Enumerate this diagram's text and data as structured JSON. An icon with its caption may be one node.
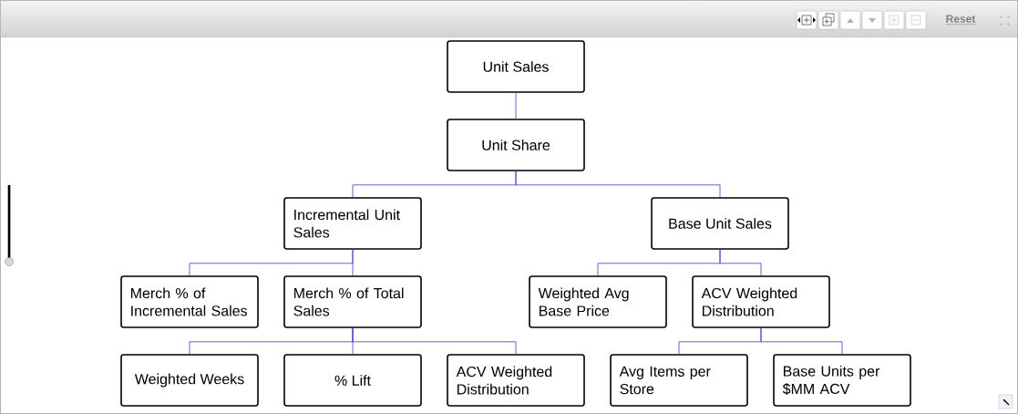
{
  "diagram": {
    "nodes": [
      {
        "text": [
          "Unit Sales"
        ]
      },
      {
        "text": [
          "Unit Share"
        ]
      },
      {
        "text": [
          "Incremental Unit Sales"
        ]
      },
      {
        "text": [
          "Base Unit Sales"
        ]
      },
      {
        "text": [
          "Merch % of Incremental Sales"
        ]
      },
      {
        "text": [
          "Merch % of Total Sales"
        ]
      },
      {
        "text": [
          "Weighted Avg Base Price"
        ]
      },
      {
        "text": [
          "ACV Weighted Distribution"
        ]
      },
      {
        "text": [
          "Weighted Weeks"
        ]
      },
      {
        "text": [
          "% Lift"
        ]
      },
      {
        "text": [
          "ACV Weighted Distribution"
        ]
      },
      {
        "text": [
          "Avg Items per Store"
        ]
      },
      {
        "text": [
          "Base Units per $MM ACV"
        ]
      }
    ],
    "edges": [
      {
        "from": 0,
        "to": 1,
        "arrow": "none"
      },
      {
        "from": 1,
        "to": 2,
        "arrow": "none"
      },
      {
        "from": 1,
        "to": 3,
        "arrow": "none"
      },
      {
        "from": 2,
        "to": 4,
        "arrow": "none"
      },
      {
        "from": 2,
        "to": 5,
        "arrow": "none"
      },
      {
        "from": 3,
        "to": 6,
        "arrow": "none"
      },
      {
        "from": 3,
        "to": 7,
        "arrow": "none"
      },
      {
        "from": 5,
        "to": 8,
        "arrow": "none"
      },
      {
        "from": 5,
        "to": 9,
        "arrow": "none"
      },
      {
        "from": 5,
        "to": 10,
        "arrow": "none"
      },
      {
        "from": 7,
        "to": 11,
        "arrow": "none"
      },
      {
        "from": 7,
        "to": 12,
        "arrow": "none"
      }
    ],
    "labels": [
      "Reset"
    ]
  }
}
